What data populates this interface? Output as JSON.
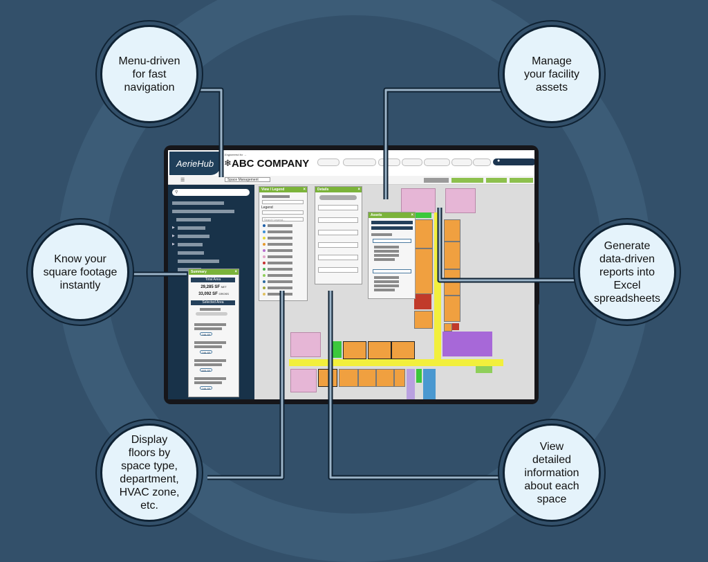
{
  "callouts": {
    "menu": "Menu-driven\nfor fast\nnavigation",
    "assets": "Manage\nyour facility\nassets",
    "footage": "Know your\nsquare footage\ninstantly",
    "reports": "Generate\ndata-driven\nreports into\nExcel\nspreadsheets",
    "floors": "Display\nfloors by\nspace type,\ndepartment,\nHVAC zone,\netc.",
    "details": "View\ndetailed\ninformation\nabout each\nspace"
  },
  "app": {
    "logo": "AerieHub",
    "engineered_for": "Engineered for →",
    "company": "ABC COMPANY",
    "module_select": "Space Management"
  },
  "panels": {
    "view_legend": {
      "title": "View / Legend",
      "legend_label": "Legend",
      "search_placeholder": "Search Legend..."
    },
    "details": {
      "title": "Details"
    },
    "assets": {
      "title": "Assets"
    },
    "summary": {
      "title": "Summary",
      "total_area_label": "Total Area",
      "net_value": "29,285 SF",
      "net_label": "NET",
      "gross_value": "33,092 SF",
      "gross_label": "GROSS",
      "selected_area_label": "Selected Area",
      "chips": [
        "746 SF",
        "746 SF",
        "605 SF",
        "746 SF"
      ]
    }
  },
  "legend_colors": [
    "#1f5fa8",
    "#3a8fd6",
    "#e2d93a",
    "#e59a2e",
    "#b86fd0",
    "#e3a3c9",
    "#c43030",
    "#44b24a",
    "#8fcf5a",
    "#2c6aa0",
    "#9fa83a",
    "#e0c060"
  ],
  "colors": {
    "background": "#33506a",
    "ring": "#3c5c77",
    "callout_fill": "#e5f3fb",
    "accent_green": "#7bb33a",
    "sidebar": "#183249",
    "corridor": "#f2ef3c",
    "room_orange": "#f0a040",
    "room_pink": "#e6b6d6",
    "room_purple": "#a768d8",
    "room_blue": "#4a98d0",
    "room_green": "#3cc83c",
    "room_red": "#c13a2a"
  }
}
